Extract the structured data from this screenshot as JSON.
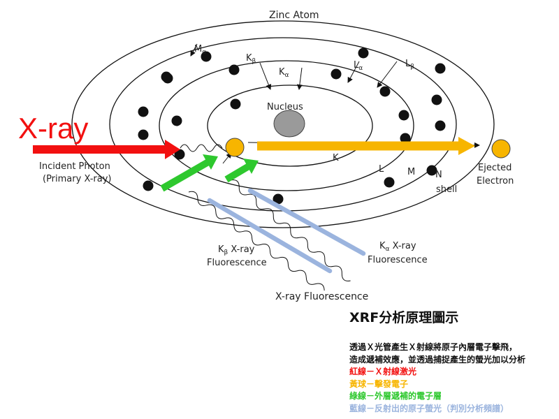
{
  "diagram": {
    "title": "Zinc Atom",
    "nucleus_label": "Nucleus",
    "xray_label": "X-ray",
    "incident_label_1": "Incident Photon",
    "incident_label_2": "(Primary X-ray)",
    "ejected_label_1": "Ejected",
    "ejected_label_2": "Electron",
    "shell_K": "K",
    "shell_L": "L",
    "shell_M": "M",
    "shell_N": "N",
    "shell_word": "shell",
    "M_alpha": {
      "base": "M",
      "sub": "α"
    },
    "K_beta": {
      "base": "K",
      "sub": "β"
    },
    "K_alpha": {
      "base": "K",
      "sub": "α"
    },
    "L_alpha": {
      "base": "L",
      "sub": "α"
    },
    "L_beta": {
      "base": "L",
      "sub": "β"
    },
    "kbeta_fluor": {
      "base": "K",
      "sub": "β",
      "rest": " X-ray",
      "line2": "Fluorescence"
    },
    "kalpha_fluor": {
      "base": "K",
      "sub": "α",
      "rest": " X-ray",
      "line2": "Fluorescence"
    },
    "xrf_bottom": "X-ray Fluorescence",
    "colors": {
      "xray_red": "#f21010",
      "electron_yellow": "#f7b500",
      "green": "#2ec82e",
      "blue": "#9bb4de",
      "dot_black": "#111111"
    }
  },
  "legend": {
    "title": "XRF分析原理圖示",
    "desc1": "透過Ｘ光管產生Ｘ射線將原子內層電子擊飛，",
    "desc2": "造成遞補效應，並透過捕捉產生的螢光加以分析",
    "items": [
      {
        "text": "紅線－Ｘ射線激光",
        "color": "#f21010"
      },
      {
        "text": "黃球－擊發電子",
        "color": "#f7b500"
      },
      {
        "text": "綠線－外層遞補的電子層",
        "color": "#2ec82e"
      },
      {
        "text": "藍線－反射出的原子螢光（判別分析頻譜）",
        "color": "#9bb4de"
      }
    ]
  }
}
